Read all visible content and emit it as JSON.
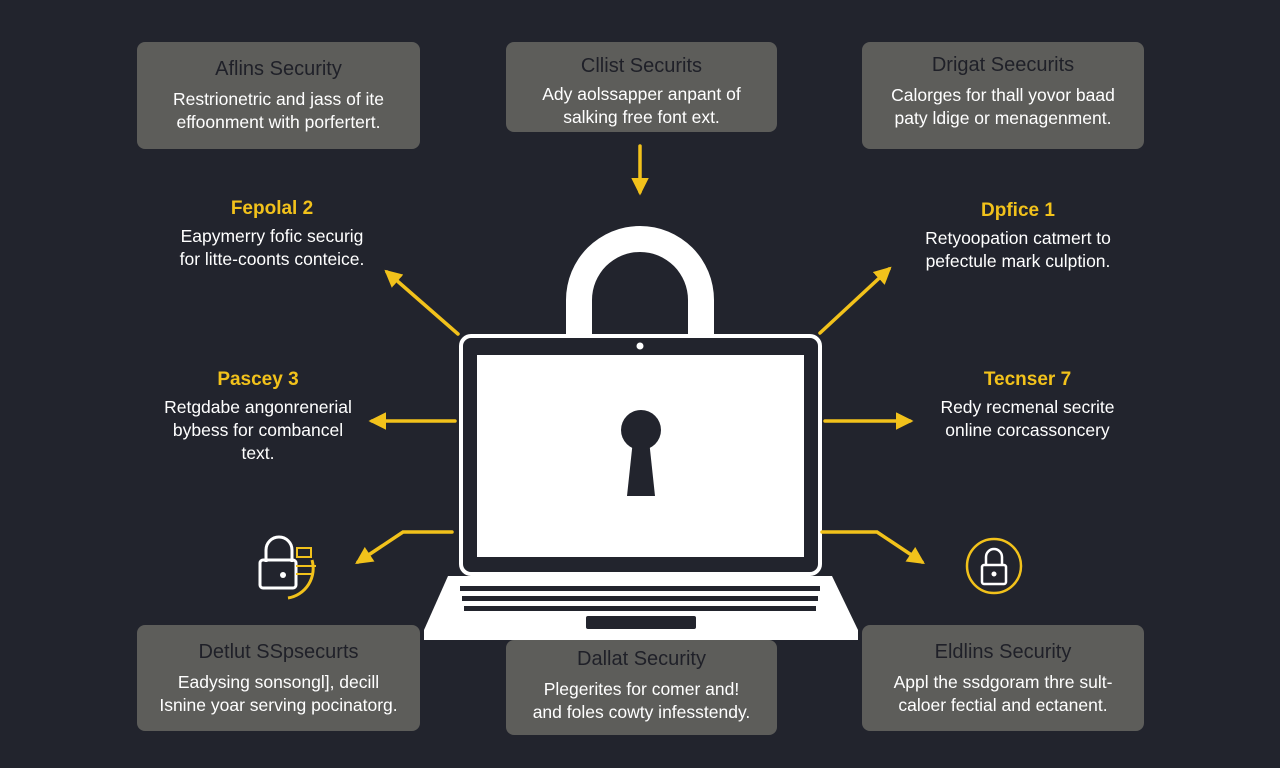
{
  "colors": {
    "background": "#22242d",
    "box": "#5d5d5a",
    "box_title": "#1f2028",
    "accent": "#f2c21b",
    "text": "#ffffff"
  },
  "boxes": {
    "top_left": {
      "title": "Aflins Security",
      "line1": "Restrionetric and jass of ite",
      "line2": "effoonment with porfertert."
    },
    "top_center": {
      "title": "Cllist Securits",
      "line1": "Ady aolssapper anpant of",
      "line2": "salking free font ext."
    },
    "top_right": {
      "title": "Drigat Seecurits",
      "line1": "Calorges for thall yovor baad",
      "line2": "paty ldige or menagenment."
    },
    "bottom_left": {
      "title": "Detlut SSpsecurts",
      "line1": "Eadysing sonsongl], decill",
      "line2": "Isnine yoar serving pocinatorg."
    },
    "bottom_center": {
      "title": "Dallat Security",
      "line1": "Plegerites for comer and!",
      "line2": "and foles cowty infesstendy."
    },
    "bottom_right": {
      "title": "Eldlins Security",
      "line1": "Appl the ssdgoram thre sult-",
      "line2": "caloer fectial and ectanent."
    }
  },
  "labels": {
    "pepolal": {
      "title": "Fepolal 2",
      "line1": "Eapymerry fofic securig",
      "line2": "for litte-coonts conteice."
    },
    "dpfice": {
      "title": "Dpfice 1",
      "line1": "Retyoopation catmert to",
      "line2": "pefectule mark culption."
    },
    "pascey": {
      "title": "Pascey 3",
      "line1": "Retgdabe angonrenerial",
      "line2": "bybess for combancel",
      "line3": "text."
    },
    "tecnser": {
      "title": "Tecnser 7",
      "line1": "Redy recmenal secrite",
      "line2": "online corcassoncery"
    }
  },
  "icons": {
    "central": "padlock-laptop-icon",
    "keyhole": "keyhole-icon",
    "left_small": "padlock-key-icon",
    "right_small": "circle-padlock-icon",
    "arrows": "arrow-icon"
  }
}
